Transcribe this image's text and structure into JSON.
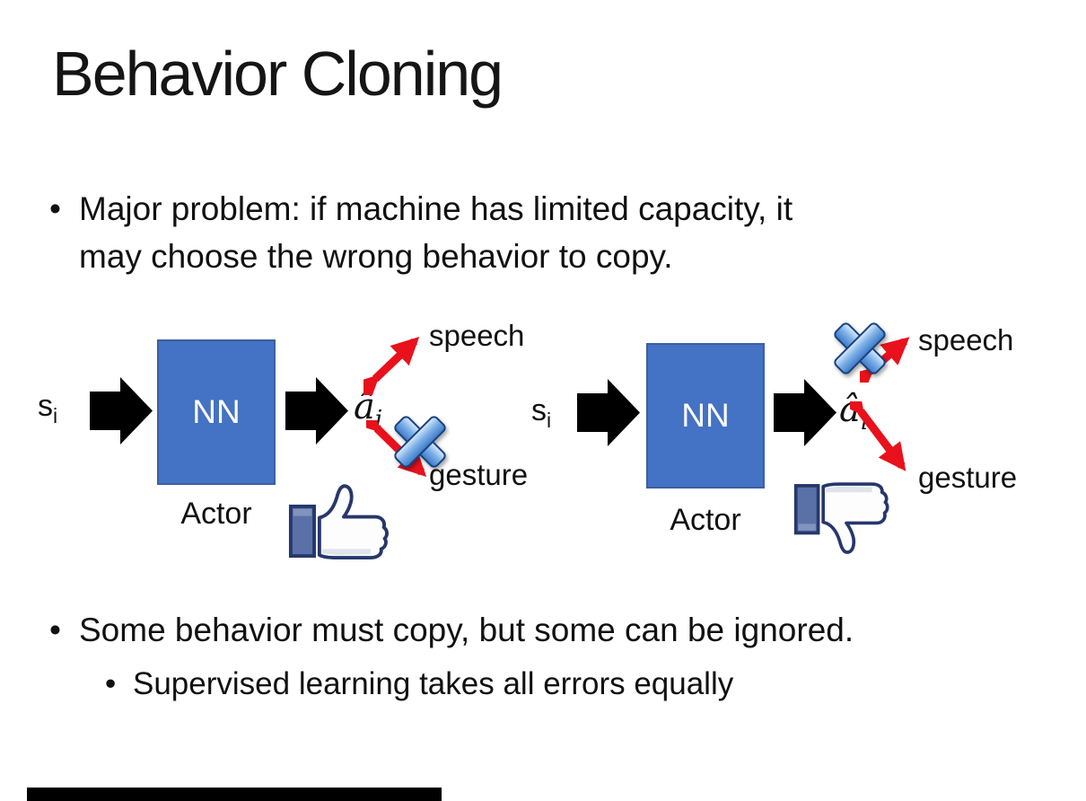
{
  "slide": {
    "title": "Behavior Cloning",
    "bullet1": {
      "marker": "•",
      "line1": "Major problem: if machine has limited capacity, it",
      "line2": "may choose the wrong behavior to copy."
    },
    "bullet2": {
      "marker": "•",
      "text": "Some behavior must copy, but some can be ignored."
    },
    "bullet2_sub": {
      "marker": "•",
      "text": "Supervised learning takes all errors equally"
    }
  },
  "diagram_left": {
    "input": "s",
    "input_sub": "i",
    "nn": "NN",
    "caption": "Actor",
    "output": "â",
    "output_sub": "i",
    "speech": "speech",
    "gesture": "gesture",
    "crossed_out": "gesture",
    "feedback_icon": "thumbs-up"
  },
  "diagram_right": {
    "input": "s",
    "input_sub": "i",
    "nn": "NN",
    "caption": "Actor",
    "output": "â",
    "output_sub": "i",
    "speech": "speech",
    "gesture": "gesture",
    "crossed_out": "speech",
    "feedback_icon": "thumbs-down"
  },
  "colors": {
    "nn_box_blue": "#4472c4",
    "flow_arrow_black": "#000000",
    "action_arrow_red": "#e8111c",
    "x_icon_blue": "#4a90d9",
    "thumb_outline_navy": "#26376b",
    "thumb_cuff_blue": "#5a71a8",
    "bottom_bar_black": "#000000"
  }
}
